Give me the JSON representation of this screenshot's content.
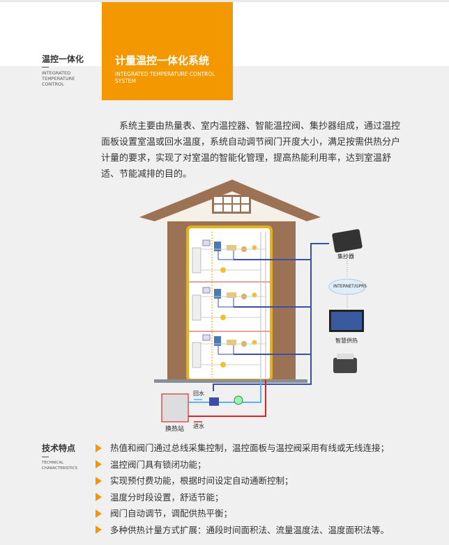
{
  "header": {
    "section_title": "温控一体化",
    "section_title_en": "INTEGRATED TEMPERATURE CONTROL",
    "banner_title": "计量温控一体化系统",
    "banner_subtitle": "INTEGRATED TEMPERATURE CONTROL SYSTEM"
  },
  "intro": "系统主要由热量表、室内温控器、智能温控阀、集抄器组成，通过温控面板设置室温或回水温度，系统自动调节阀门开度大小，满足按需供热分户计量的要求，实现了对室温的智能化管理，提高热能利用率，达到室温舒适、节能减排的目的。",
  "diagram": {
    "collector": "集抄器",
    "network": "INTERNET/GPRS",
    "platform": "智慧供热",
    "return_water": "回水",
    "supply_water": "进水",
    "station": "换热站"
  },
  "features": {
    "title": "技术特点",
    "title_en": "TECHNICAL CHARACTERISTICS",
    "items": [
      "热值和阀门通过总线采集控制，温控面板与温控阀采用有线或无线连接；",
      "温控阀门具有锁闭功能；",
      "实现预付费功能，根据时间设定自动通断控制；",
      "温度分时段设置，舒适节能；",
      "阀门自动调节，调配供热平衡；",
      "多种供热计量方式扩展：通段时间面积法、流量温度法、温度面积法等。"
    ]
  },
  "colors": {
    "accent": "#f39800",
    "wall": "#9c7254",
    "frame": "#e3b21c",
    "bus": "#3a4ea8"
  }
}
